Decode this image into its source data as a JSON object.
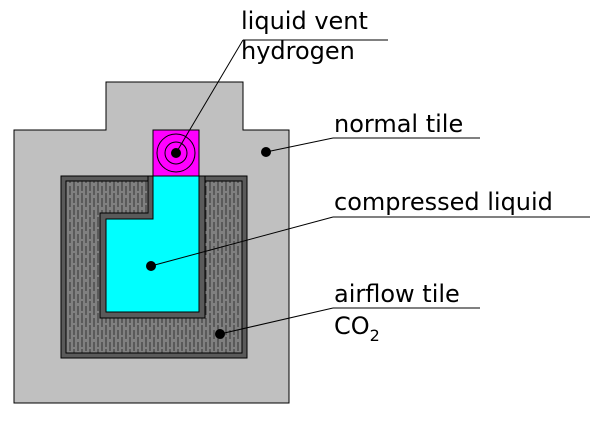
{
  "labels": {
    "vent_line1": "liquid vent",
    "vent_line2": "hydrogen",
    "normal_tile": "normal tile",
    "compressed_liquid": "compressed liquid",
    "airflow_line1": "airflow tile",
    "airflow_co": "CO",
    "airflow_sub": "2"
  },
  "colors": {
    "normal_tile": "#c0c0c0",
    "airflow_tile": "#808080",
    "airflow_tile_dark": "#5a5a5a",
    "compressed_liquid": "#00ffff",
    "liquid_vent": "#ff00ff",
    "outline": "#000000"
  }
}
